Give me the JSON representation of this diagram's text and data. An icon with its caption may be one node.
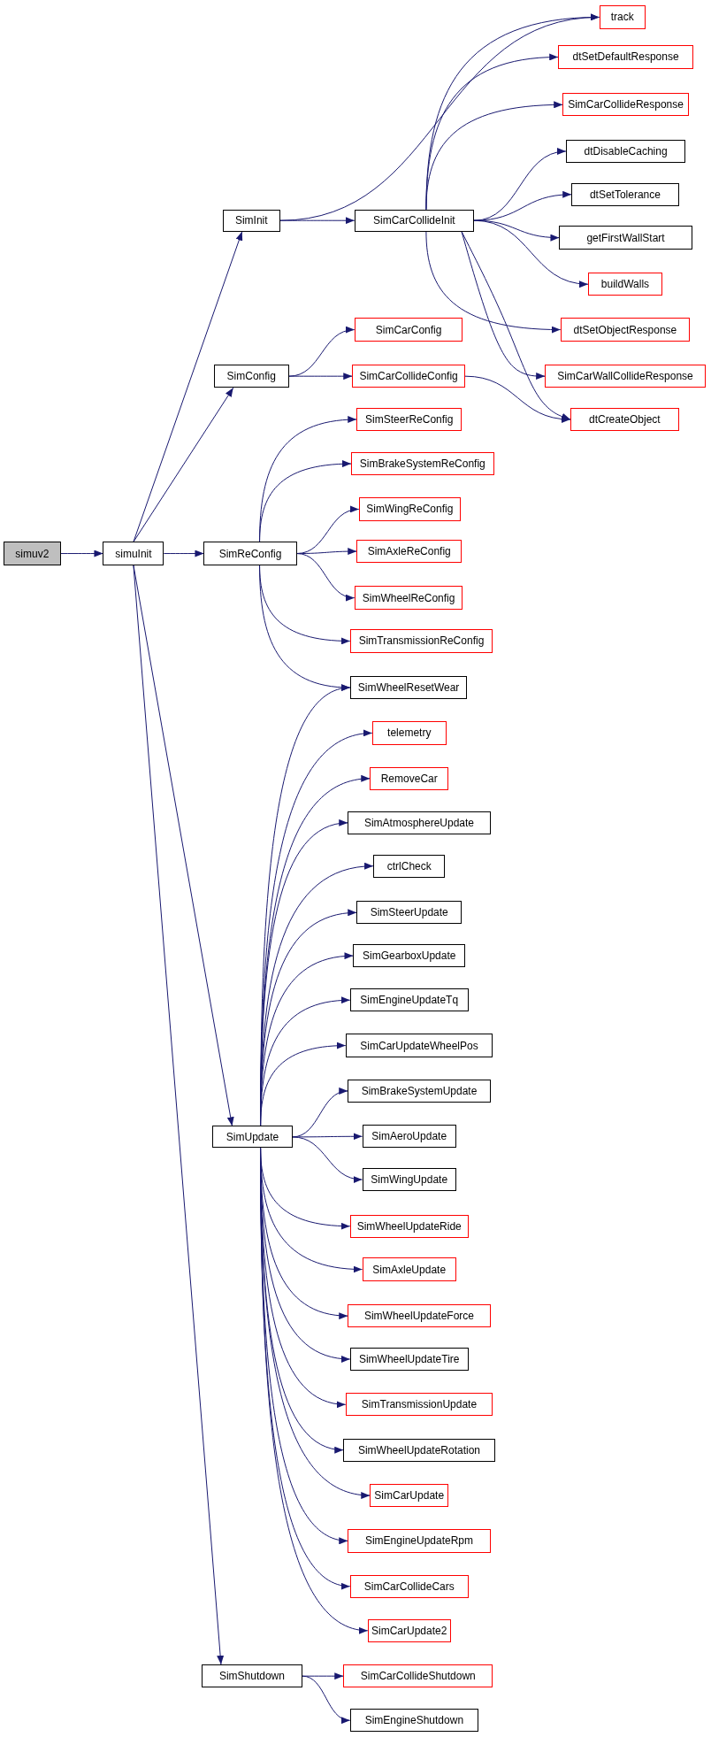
{
  "diagram": {
    "nodes": [
      {
        "text": [
          "simuv2"
        ]
      },
      {
        "text": [
          "simuInit"
        ]
      },
      {
        "text": [
          "SimInit"
        ]
      },
      {
        "text": [
          "SimConfig"
        ]
      },
      {
        "text": [
          "SimReConfig"
        ]
      },
      {
        "text": [
          "SimUpdate"
        ]
      },
      {
        "text": [
          "SimShutdown"
        ]
      },
      {
        "text": [
          "SimCarCollideInit"
        ]
      },
      {
        "text": [
          "SimCarConfig"
        ]
      },
      {
        "text": [
          "SimCarCollideConfig"
        ]
      },
      {
        "text": [
          "SimSteerReConfig"
        ]
      },
      {
        "text": [
          "SimBrakeSystemReConfig"
        ]
      },
      {
        "text": [
          "SimWingReConfig"
        ]
      },
      {
        "text": [
          "SimAxleReConfig"
        ]
      },
      {
        "text": [
          "SimWheelReConfig"
        ]
      },
      {
        "text": [
          "SimTransmissionReConfig"
        ]
      },
      {
        "text": [
          "SimWheelResetWear"
        ]
      },
      {
        "text": [
          "telemetry"
        ]
      },
      {
        "text": [
          "RemoveCar"
        ]
      },
      {
        "text": [
          "SimAtmosphereUpdate"
        ]
      },
      {
        "text": [
          "ctrlCheck"
        ]
      },
      {
        "text": [
          "SimSteerUpdate"
        ]
      },
      {
        "text": [
          "SimGearboxUpdate"
        ]
      },
      {
        "text": [
          "SimEngineUpdateTq"
        ]
      },
      {
        "text": [
          "SimCarUpdateWheelPos"
        ]
      },
      {
        "text": [
          "SimBrakeSystemUpdate"
        ]
      },
      {
        "text": [
          "SimAeroUpdate"
        ]
      },
      {
        "text": [
          "SimWingUpdate"
        ]
      },
      {
        "text": [
          "SimWheelUpdateRide"
        ]
      },
      {
        "text": [
          "SimAxleUpdate"
        ]
      },
      {
        "text": [
          "SimWheelUpdateForce"
        ]
      },
      {
        "text": [
          "SimWheelUpdateTire"
        ]
      },
      {
        "text": [
          "SimTransmissionUpdate"
        ]
      },
      {
        "text": [
          "SimWheelUpdateRotation"
        ]
      },
      {
        "text": [
          "SimCarUpdate"
        ]
      },
      {
        "text": [
          "SimEngineUpdateRpm"
        ]
      },
      {
        "text": [
          "SimCarCollideCars"
        ]
      },
      {
        "text": [
          "SimCarUpdate2"
        ]
      },
      {
        "text": [
          "SimCarCollideShutdown"
        ]
      },
      {
        "text": [
          "SimEngineShutdown"
        ]
      },
      {
        "text": [
          "track"
        ]
      },
      {
        "text": [
          "dtSetDefaultResponse"
        ]
      },
      {
        "text": [
          "SimCarCollideResponse"
        ]
      },
      {
        "text": [
          "dtDisableCaching"
        ]
      },
      {
        "text": [
          "dtSetTolerance"
        ]
      },
      {
        "text": [
          "getFirstWallStart"
        ]
      },
      {
        "text": [
          "buildWalls"
        ]
      },
      {
        "text": [
          "dtSetObjectResponse"
        ]
      },
      {
        "text": [
          "SimCarWallCollideResponse"
        ]
      },
      {
        "text": [
          "dtCreateObject"
        ]
      }
    ],
    "edges": [
      {
        "from": 0,
        "to": 1,
        "arrow": "to"
      },
      {
        "from": 1,
        "to": 2,
        "arrow": "to"
      },
      {
        "from": 1,
        "to": 3,
        "arrow": "to"
      },
      {
        "from": 1,
        "to": 4,
        "arrow": "to"
      },
      {
        "from": 1,
        "to": 5,
        "arrow": "to"
      },
      {
        "from": 1,
        "to": 6,
        "arrow": "to"
      },
      {
        "from": 2,
        "to": 7,
        "arrow": "to"
      },
      {
        "from": 2,
        "to": 40,
        "arrow": "to"
      },
      {
        "from": 3,
        "to": 8,
        "arrow": "to"
      },
      {
        "from": 3,
        "to": 9,
        "arrow": "to"
      },
      {
        "from": 4,
        "to": 10,
        "arrow": "to"
      },
      {
        "from": 4,
        "to": 11,
        "arrow": "to"
      },
      {
        "from": 4,
        "to": 12,
        "arrow": "to"
      },
      {
        "from": 4,
        "to": 13,
        "arrow": "to"
      },
      {
        "from": 4,
        "to": 14,
        "arrow": "to"
      },
      {
        "from": 4,
        "to": 15,
        "arrow": "to"
      },
      {
        "from": 4,
        "to": 16,
        "arrow": "to"
      },
      {
        "from": 5,
        "to": 16,
        "arrow": "to"
      },
      {
        "from": 5,
        "to": 17,
        "arrow": "to"
      },
      {
        "from": 5,
        "to": 18,
        "arrow": "to"
      },
      {
        "from": 5,
        "to": 19,
        "arrow": "to"
      },
      {
        "from": 5,
        "to": 20,
        "arrow": "to"
      },
      {
        "from": 5,
        "to": 21,
        "arrow": "to"
      },
      {
        "from": 5,
        "to": 22,
        "arrow": "to"
      },
      {
        "from": 5,
        "to": 23,
        "arrow": "to"
      },
      {
        "from": 5,
        "to": 24,
        "arrow": "to"
      },
      {
        "from": 5,
        "to": 25,
        "arrow": "to"
      },
      {
        "from": 5,
        "to": 26,
        "arrow": "to"
      },
      {
        "from": 5,
        "to": 27,
        "arrow": "to"
      },
      {
        "from": 5,
        "to": 28,
        "arrow": "to"
      },
      {
        "from": 5,
        "to": 29,
        "arrow": "to"
      },
      {
        "from": 5,
        "to": 30,
        "arrow": "to"
      },
      {
        "from": 5,
        "to": 31,
        "arrow": "to"
      },
      {
        "from": 5,
        "to": 32,
        "arrow": "to"
      },
      {
        "from": 5,
        "to": 33,
        "arrow": "to"
      },
      {
        "from": 5,
        "to": 34,
        "arrow": "to"
      },
      {
        "from": 5,
        "to": 35,
        "arrow": "to"
      },
      {
        "from": 5,
        "to": 36,
        "arrow": "to"
      },
      {
        "from": 5,
        "to": 37,
        "arrow": "to"
      },
      {
        "from": 6,
        "to": 38,
        "arrow": "to"
      },
      {
        "from": 6,
        "to": 39,
        "arrow": "to"
      },
      {
        "from": 7,
        "to": 40,
        "arrow": "to"
      },
      {
        "from": 7,
        "to": 41,
        "arrow": "to"
      },
      {
        "from": 7,
        "to": 42,
        "arrow": "to"
      },
      {
        "from": 7,
        "to": 43,
        "arrow": "to"
      },
      {
        "from": 7,
        "to": 44,
        "arrow": "to"
      },
      {
        "from": 7,
        "to": 45,
        "arrow": "to"
      },
      {
        "from": 7,
        "to": 46,
        "arrow": "to"
      },
      {
        "from": 7,
        "to": 47,
        "arrow": "to"
      },
      {
        "from": 7,
        "to": 48,
        "arrow": "to"
      },
      {
        "from": 7,
        "to": 49,
        "arrow": "to"
      },
      {
        "from": 9,
        "to": 49,
        "arrow": "to"
      }
    ]
  }
}
